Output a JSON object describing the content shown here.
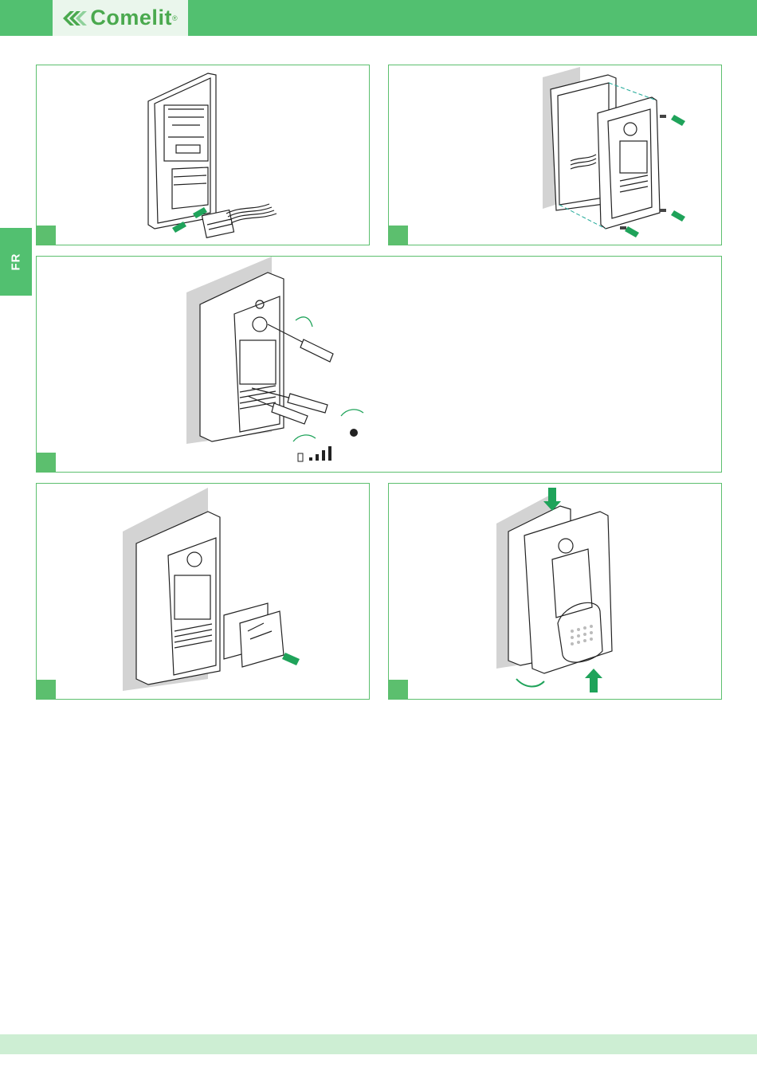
{
  "header": {
    "brand": "Comelit",
    "brand_mark": "®",
    "brand_color": "#4aa94e",
    "bar_color": "#52c070"
  },
  "sidebar": {
    "language": "FR"
  },
  "figures": [
    {
      "id": "step-1",
      "subject": "wiring-connector-insertion"
    },
    {
      "id": "step-2",
      "subject": "front-panel-screw-mounting"
    },
    {
      "id": "step-3",
      "subject": "volume-adjustment-screwdrivers"
    },
    {
      "id": "step-4",
      "subject": "nameplate-card-replacement"
    },
    {
      "id": "step-5",
      "subject": "cover-closing-and-fixing"
    }
  ],
  "colors": {
    "accent": "#5cbf6e",
    "arrow": "#1fa35a",
    "footer": "#cdeed3"
  }
}
